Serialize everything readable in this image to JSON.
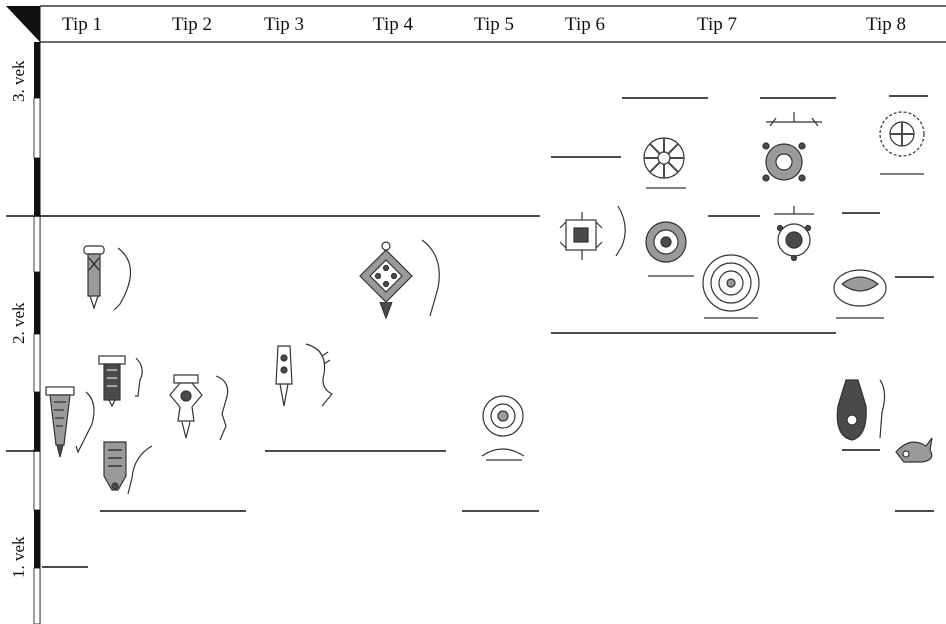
{
  "header": {
    "types": [
      "Tip 1",
      "Tip 2",
      "Tip 3",
      "Tip 4",
      "Tip 5",
      "Tip 6",
      "Tip 7",
      "Tip 8"
    ]
  },
  "timeline": {
    "centuries": [
      "3. vek",
      "2. vek",
      "1. vek"
    ]
  },
  "colors": {
    "line": "#111111",
    "ink": "#333333",
    "fill_dark": "#4a4a4a",
    "fill_mid": "#9a9a9a",
    "paper": "#ffffff"
  }
}
